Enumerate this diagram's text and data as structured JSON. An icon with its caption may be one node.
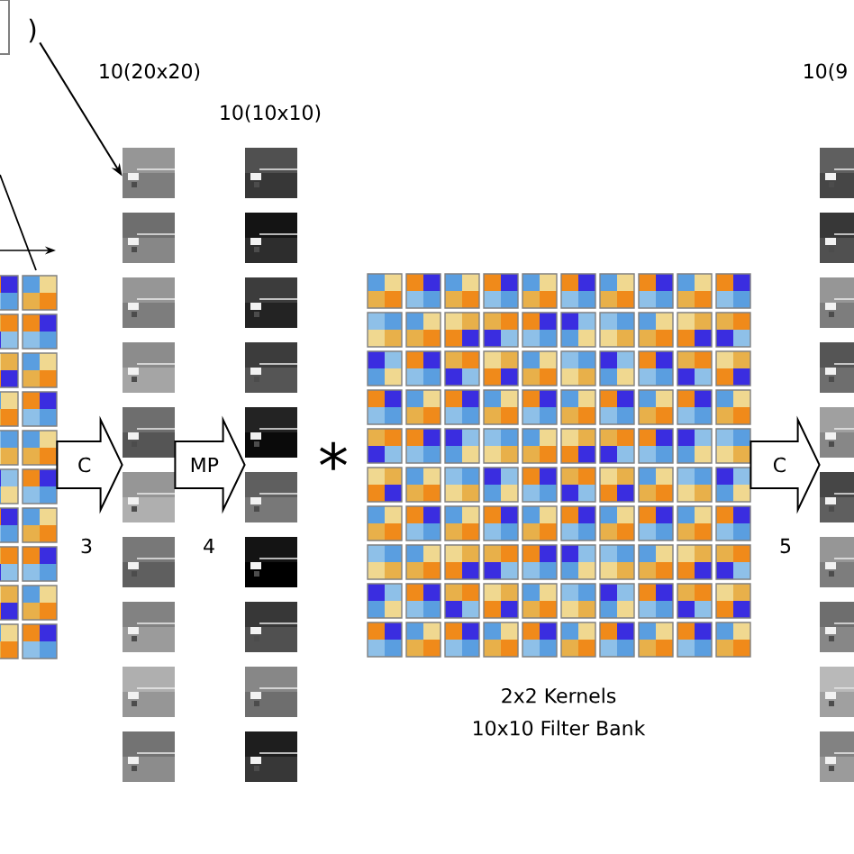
{
  "diagram": {
    "nodes": [
      {
        "text": [
          ")"
        ]
      },
      {
        "text": [],
        "shape": "grid"
      },
      {
        "text": [],
        "shape": "picture",
        "beside": [
          "10(20x20)"
        ]
      },
      {
        "text": [],
        "shape": "picture",
        "beside": [
          "10(10x10)"
        ]
      },
      {
        "text": [],
        "shape": "grid",
        "beside": [
          "2x2 Kernels",
          "10x10 Filter Bank"
        ]
      },
      {
        "text": [],
        "shape": "picture",
        "beside": [
          "10(9"
        ]
      }
    ],
    "edges": [
      {
        "from": 0,
        "to": 2,
        "arrow": "to"
      },
      {
        "from": 1,
        "to": 2,
        "arrow": "to",
        "label": "C"
      },
      {
        "from": 2,
        "to": 3,
        "arrow": "to",
        "label": "MP"
      },
      {
        "from": 4,
        "to": 5,
        "arrow": "to",
        "label": "C"
      }
    ],
    "labels": [
      "3",
      "4",
      "*",
      "5"
    ]
  }
}
